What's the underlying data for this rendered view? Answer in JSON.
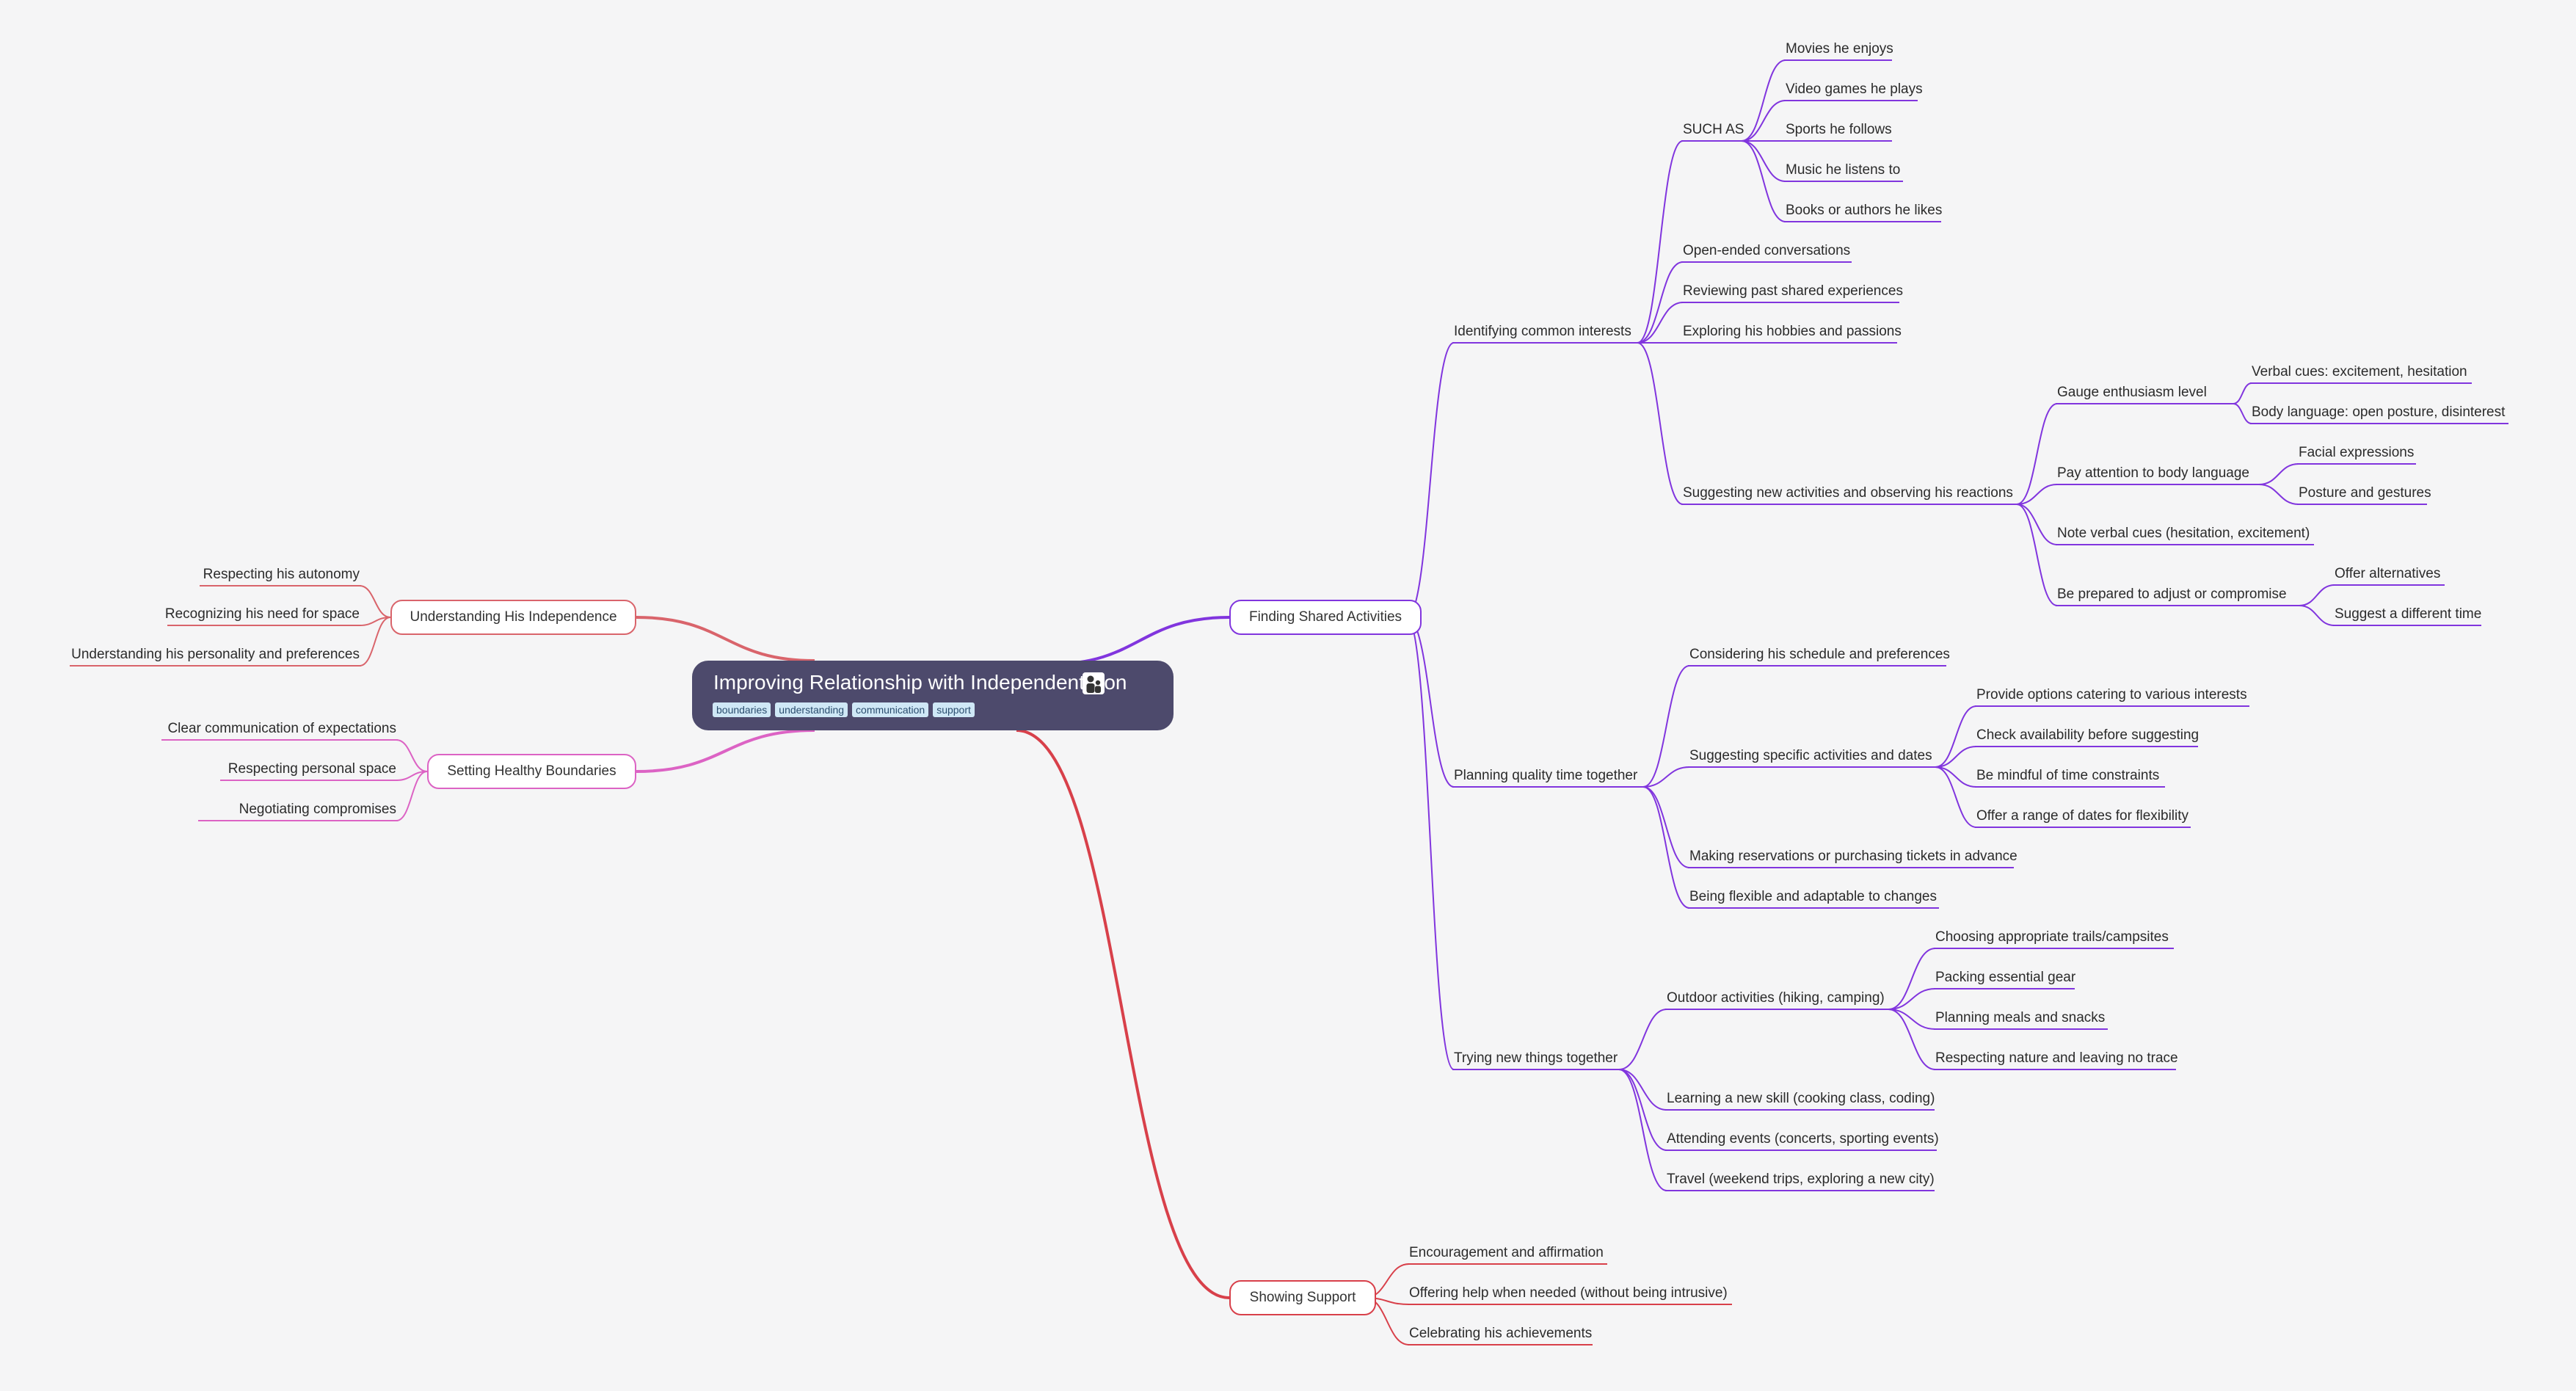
{
  "root": {
    "title": "Improving Relationship with Independent Son",
    "icon": "family-icon",
    "tags": [
      "boundaries",
      "understanding",
      "communication",
      "support"
    ]
  },
  "branches": {
    "independence": {
      "label": "Understanding His Independence",
      "color": "#d9646b",
      "items": [
        "Respecting his autonomy",
        "Recognizing his need for space",
        "Understanding his personality and preferences"
      ]
    },
    "boundaries": {
      "label": "Setting Healthy Boundaries",
      "color": "#dc63c4",
      "items": [
        "Clear communication of expectations",
        "Respecting personal space",
        "Negotiating compromises"
      ]
    },
    "activities": {
      "label": "Finding Shared Activities",
      "color": "#8135de",
      "common_interests": {
        "label": "Identifying common interests",
        "such_as": {
          "label": "SUCH AS",
          "items": [
            "Movies he enjoys",
            "Video games he plays",
            "Sports he follows",
            "Music he listens to",
            "Books or authors he likes"
          ]
        },
        "open_ended": "Open-ended conversations",
        "reviewing": "Reviewing past shared experiences",
        "exploring": "Exploring his hobbies and passions",
        "suggesting": {
          "label": "Suggesting new activities and observing his reactions",
          "gauge": {
            "label": "Gauge enthusiasm level",
            "items": [
              "Verbal cues: excitement, hesitation",
              "Body language: open posture, disinterest"
            ]
          },
          "body": {
            "label": "Pay attention to body language",
            "items": [
              "Facial expressions",
              "Posture and gestures"
            ]
          },
          "verbal": "Note verbal cues (hesitation, excitement)",
          "adjust": {
            "label": "Be prepared to adjust or compromise",
            "items": [
              "Offer alternatives",
              "Suggest a different time"
            ]
          }
        }
      },
      "quality_time": {
        "label": "Planning quality time together",
        "schedule": "Considering his schedule and preferences",
        "specific": {
          "label": "Suggesting specific activities and dates",
          "items": [
            "Provide options catering to various interests",
            "Check availability before suggesting",
            "Be mindful of time constraints",
            "Offer a range of dates for flexibility"
          ]
        },
        "reservations": "Making reservations or purchasing tickets in advance",
        "flexible": "Being flexible and adaptable to changes"
      },
      "new_things": {
        "label": "Trying new things together",
        "outdoor": {
          "label": "Outdoor activities (hiking, camping)",
          "items": [
            "Choosing appropriate trails/campsites",
            "Packing essential gear",
            "Planning meals and snacks",
            "Respecting nature and leaving no trace"
          ]
        },
        "skill": "Learning a new skill (cooking class, coding)",
        "events": "Attending events (concerts, sporting events)",
        "travel": "Travel (weekend trips, exploring a new city)"
      }
    },
    "support": {
      "label": "Showing Support",
      "color": "#d8404a",
      "items": [
        "Encouragement and affirmation",
        "Offering help when needed (without being intrusive)",
        "Celebrating his achievements"
      ]
    }
  }
}
